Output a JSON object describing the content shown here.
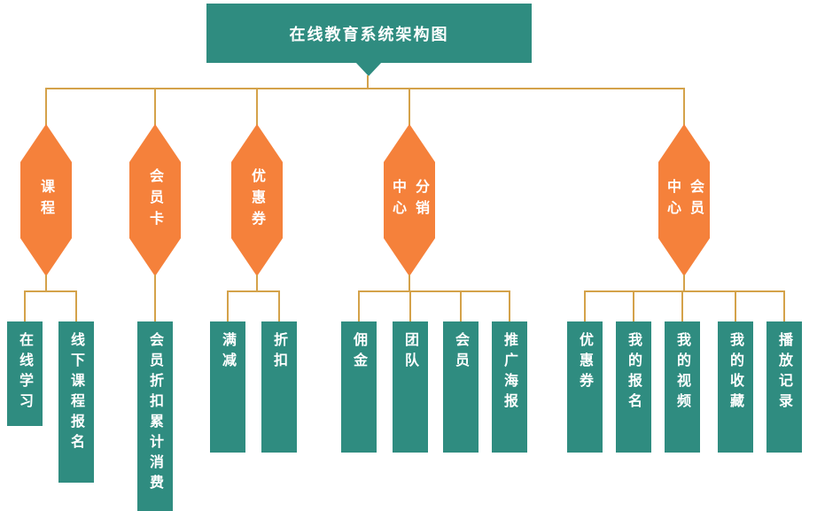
{
  "title": "在线教育系统架构图",
  "colors": {
    "teal": "#2f8c80",
    "orange": "#f5813b",
    "line": "#d4a24a"
  },
  "branches": [
    {
      "label": "课程",
      "children": [
        "在线学习",
        "线下课程报名"
      ]
    },
    {
      "label": "会员卡",
      "children": [
        "会员折扣累计消费"
      ]
    },
    {
      "label": "优惠券",
      "children": [
        "满减",
        "折扣"
      ]
    },
    {
      "label": "分销\n中心",
      "children": [
        "佣金",
        "团队",
        "会员",
        "推广海报"
      ]
    },
    {
      "label": "会员\n中心",
      "children": [
        "优惠券",
        "我的报名",
        "我的视频",
        "我的收藏",
        "播放记录"
      ]
    }
  ]
}
